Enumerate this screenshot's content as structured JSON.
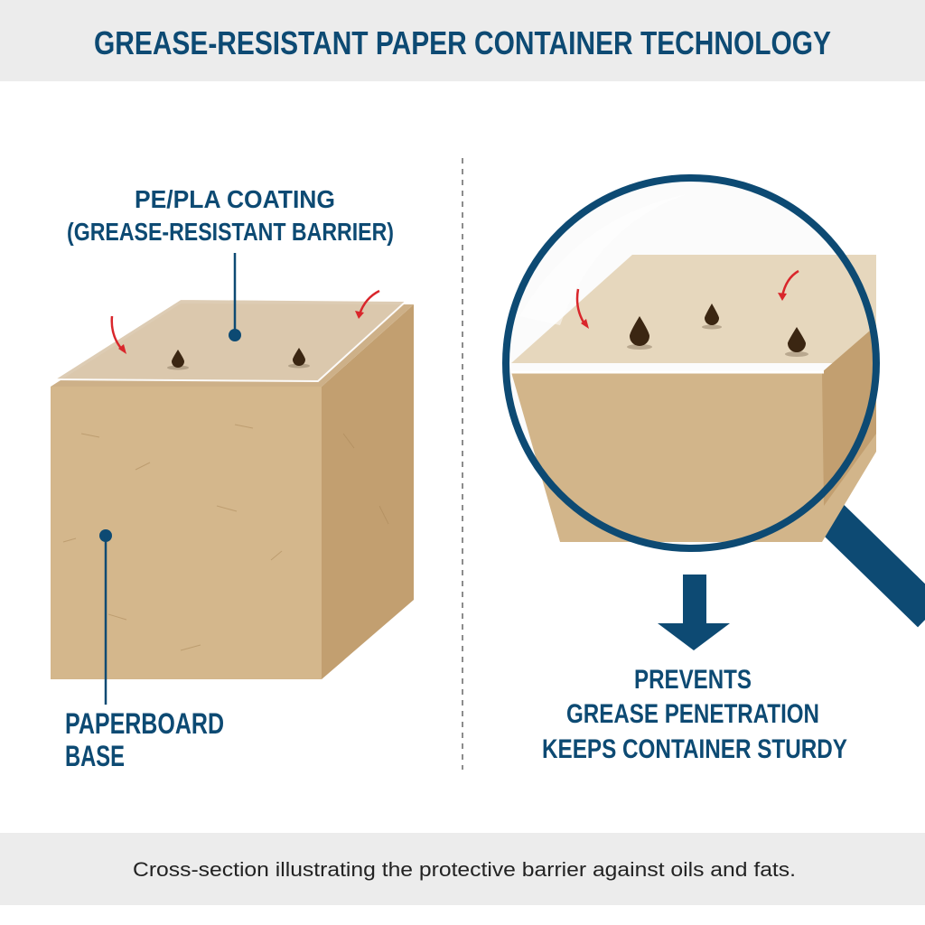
{
  "header": {
    "title": "GREASE-RESISTANT PAPER CONTAINER TECHNOLOGY"
  },
  "left_panel": {
    "coating_label_line1": "PE/PLA COATING",
    "coating_label_line2": "(GREASE-RESISTANT BARRIER)",
    "base_label_line1": "PAPERBOARD",
    "base_label_line2": "BASE"
  },
  "right_panel": {
    "result_line1": "PREVENTS",
    "result_line2": "GREASE PENETRATION",
    "result_line3": "KEEPS CONTAINER STURDY"
  },
  "footer": {
    "caption": "Cross-section illustrating the protective barrier against oils and fats."
  },
  "colors": {
    "brand_blue": "#0d4a73",
    "arrow_red": "#d9262b",
    "paperboard": "#d2b48a",
    "coating": "#dfcfb4"
  }
}
